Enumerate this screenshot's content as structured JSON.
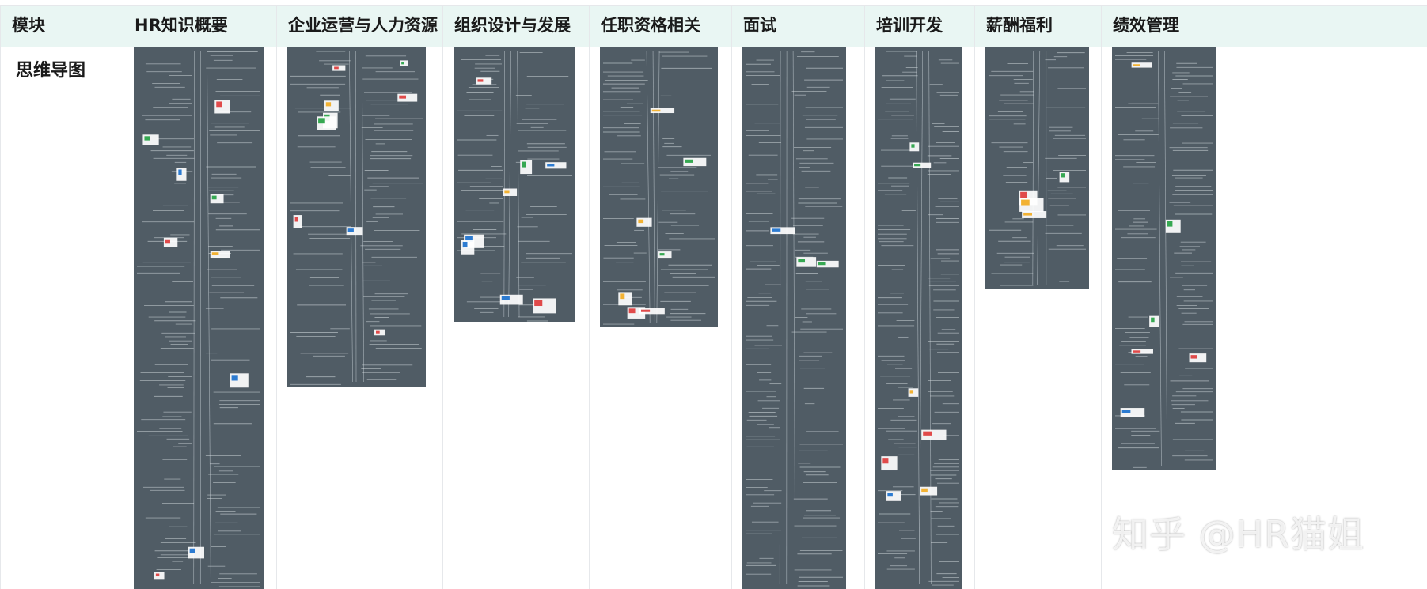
{
  "table": {
    "columns": [
      {
        "id": "module",
        "label": "模块"
      },
      {
        "id": "hr-overview",
        "label": "HR知识概要"
      },
      {
        "id": "operations-hr",
        "label": "企业运营与人力资源"
      },
      {
        "id": "org-design",
        "label": "组织设计与发展"
      },
      {
        "id": "qualification",
        "label": "任职资格相关"
      },
      {
        "id": "interview",
        "label": "面试"
      },
      {
        "id": "training",
        "label": "培训开发"
      },
      {
        "id": "compensation",
        "label": "薪酬福利"
      },
      {
        "id": "performance",
        "label": "绩效管理"
      }
    ],
    "row_label": "思维导图"
  },
  "mindmaps": [
    {
      "id": "hr-overview",
      "depicts": "HR知识概要 mind map image"
    },
    {
      "id": "operations-hr",
      "depicts": "企业运营与人力资源 mind map image"
    },
    {
      "id": "org-design",
      "depicts": "组织设计与发展 mind map image"
    },
    {
      "id": "qualification",
      "depicts": "任职资格相关 mind map image"
    },
    {
      "id": "interview",
      "depicts": "面试 mind map image"
    },
    {
      "id": "training",
      "depicts": "培训开发 mind map image"
    },
    {
      "id": "compensation",
      "depicts": "薪酬福利 mind map image"
    },
    {
      "id": "performance",
      "depicts": "绩效管理 mind map image"
    }
  ],
  "colors": {
    "header_bg": "#e9f6f3",
    "map_bg": "#505c65",
    "border": "#e6e8eb"
  },
  "watermark": "知乎 @HR猫姐"
}
